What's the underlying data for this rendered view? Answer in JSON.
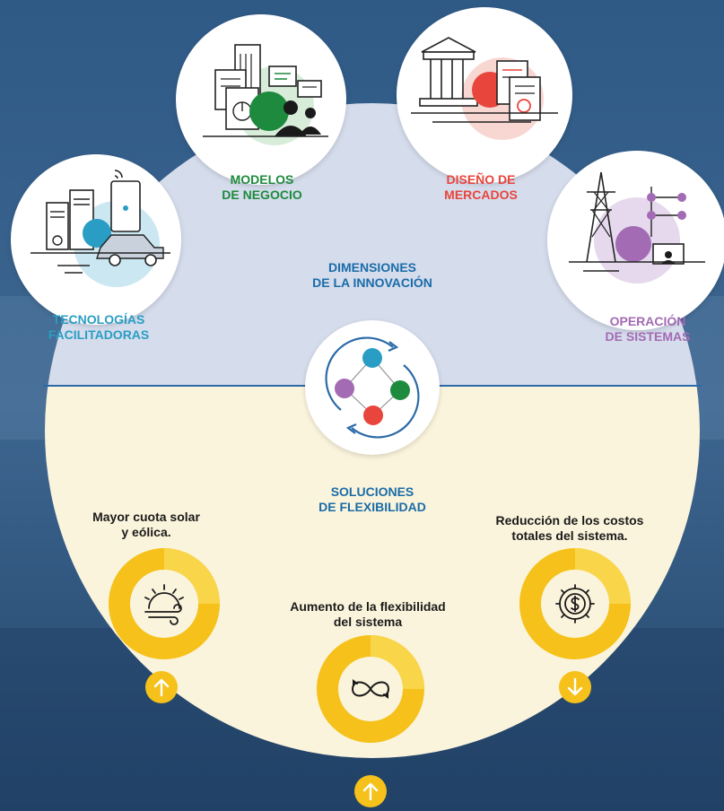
{
  "dimensions": {
    "title_line1": "DIMENSIONES",
    "title_line2": "DE LA INNOVACIÓN",
    "items": [
      {
        "key": "tech",
        "line1": "TECNOLOGÍAS",
        "line2": "FACILITADORAS",
        "color": "#2a9dc4"
      },
      {
        "key": "biz",
        "line1": "MODELOS",
        "line2": "DE NEGOCIO",
        "color": "#1e8a3e"
      },
      {
        "key": "mkt",
        "line1": "DISEÑO DE",
        "line2": "MERCADOS",
        "color": "#e8453c"
      },
      {
        "key": "ops",
        "line1": "OPERACIÓN",
        "line2": "DE SISTEMAS",
        "color": "#a36bb3"
      }
    ]
  },
  "solutions": {
    "title_line1": "SOLUCIONES",
    "title_line2": "DE FLEXIBILIDAD"
  },
  "outcomes": [
    {
      "line1": "Mayor cuota solar",
      "line2": "y eólica.",
      "direction": "up",
      "icon": "sun-wind-icon"
    },
    {
      "line1": "Aumento de la flexibilidad",
      "line2": "del sistema",
      "direction": "up",
      "icon": "infinity-loop-icon"
    },
    {
      "line1": "Reducción de los costos",
      "line2": "totales del sistema.",
      "direction": "down",
      "icon": "gear-dollar-icon"
    }
  ],
  "colors": {
    "upper_panel": "#d5dcec",
    "lower_panel": "#fbf4dc",
    "divider": "#2b6aa8",
    "accent_yellow": "#f5c11a",
    "title_blue": "#1a6ca8"
  }
}
